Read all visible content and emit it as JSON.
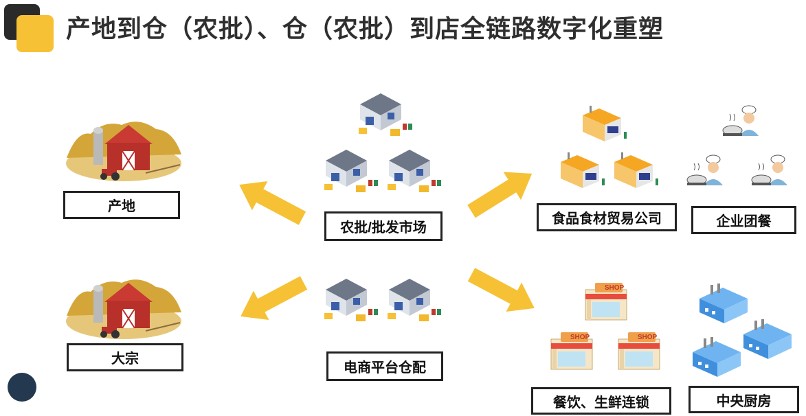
{
  "title": "产地到仓（农批）、仓（农批）到店全链路数字化重塑",
  "nodes": {
    "origin": "产地",
    "bulk": "大宗",
    "wholesale_market": "农批/批发市场",
    "ecommerce_warehouse": "电商平台仓配",
    "food_trading": "食品食材贸易公司",
    "enterprise_catering": "企业团餐",
    "restaurant_chain": "餐饮、生鲜连锁",
    "central_kitchen": "中央厨房"
  },
  "shop_sign": "SHOP",
  "colors": {
    "accent": "#f6c135",
    "dark": "#2a2a2a",
    "navy": "#24384f"
  }
}
